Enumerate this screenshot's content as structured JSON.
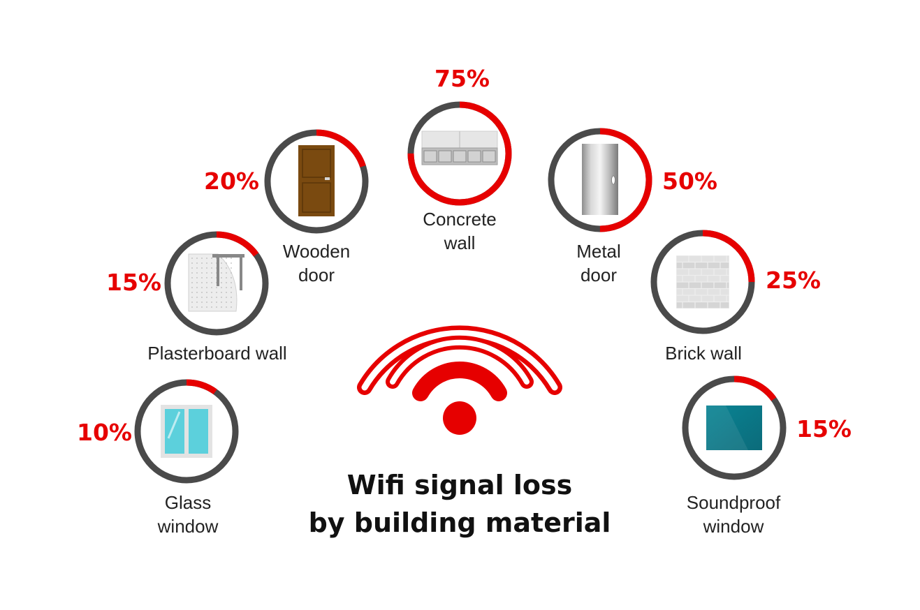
{
  "title": {
    "line1": "Wifi signal loss",
    "line2": "by building material"
  },
  "colors": {
    "accent": "#e60000",
    "ring": "#4a4a4a",
    "text": "#222222"
  },
  "chart_data": {
    "type": "donut",
    "title": "Wifi signal loss by building material",
    "unit": "%",
    "materials": [
      {
        "label": "Glass window",
        "label_lines": [
          "Glass",
          "window"
        ],
        "value": 10,
        "display": "10%",
        "icon": "glass-window-icon"
      },
      {
        "label": "Plasterboard wall",
        "label_lines": [
          "Plasterboard wall"
        ],
        "value": 15,
        "display": "15%",
        "icon": "plasterboard-wall-icon"
      },
      {
        "label": "Wooden door",
        "label_lines": [
          "Wooden",
          "door"
        ],
        "value": 20,
        "display": "20%",
        "icon": "wooden-door-icon"
      },
      {
        "label": "Concrete wall",
        "label_lines": [
          "Concrete",
          "wall"
        ],
        "value": 75,
        "display": "75%",
        "icon": "concrete-wall-icon"
      },
      {
        "label": "Metal door",
        "label_lines": [
          "Metal",
          "door"
        ],
        "value": 50,
        "display": "50%",
        "icon": "metal-door-icon"
      },
      {
        "label": "Brick wall",
        "label_lines": [
          "Brick wall"
        ],
        "value": 25,
        "display": "25%",
        "icon": "brick-wall-icon"
      },
      {
        "label": "Soundproof window",
        "label_lines": [
          "Soundproof",
          "window"
        ],
        "value": 15,
        "display": "15%",
        "icon": "soundproof-window-icon"
      }
    ]
  }
}
